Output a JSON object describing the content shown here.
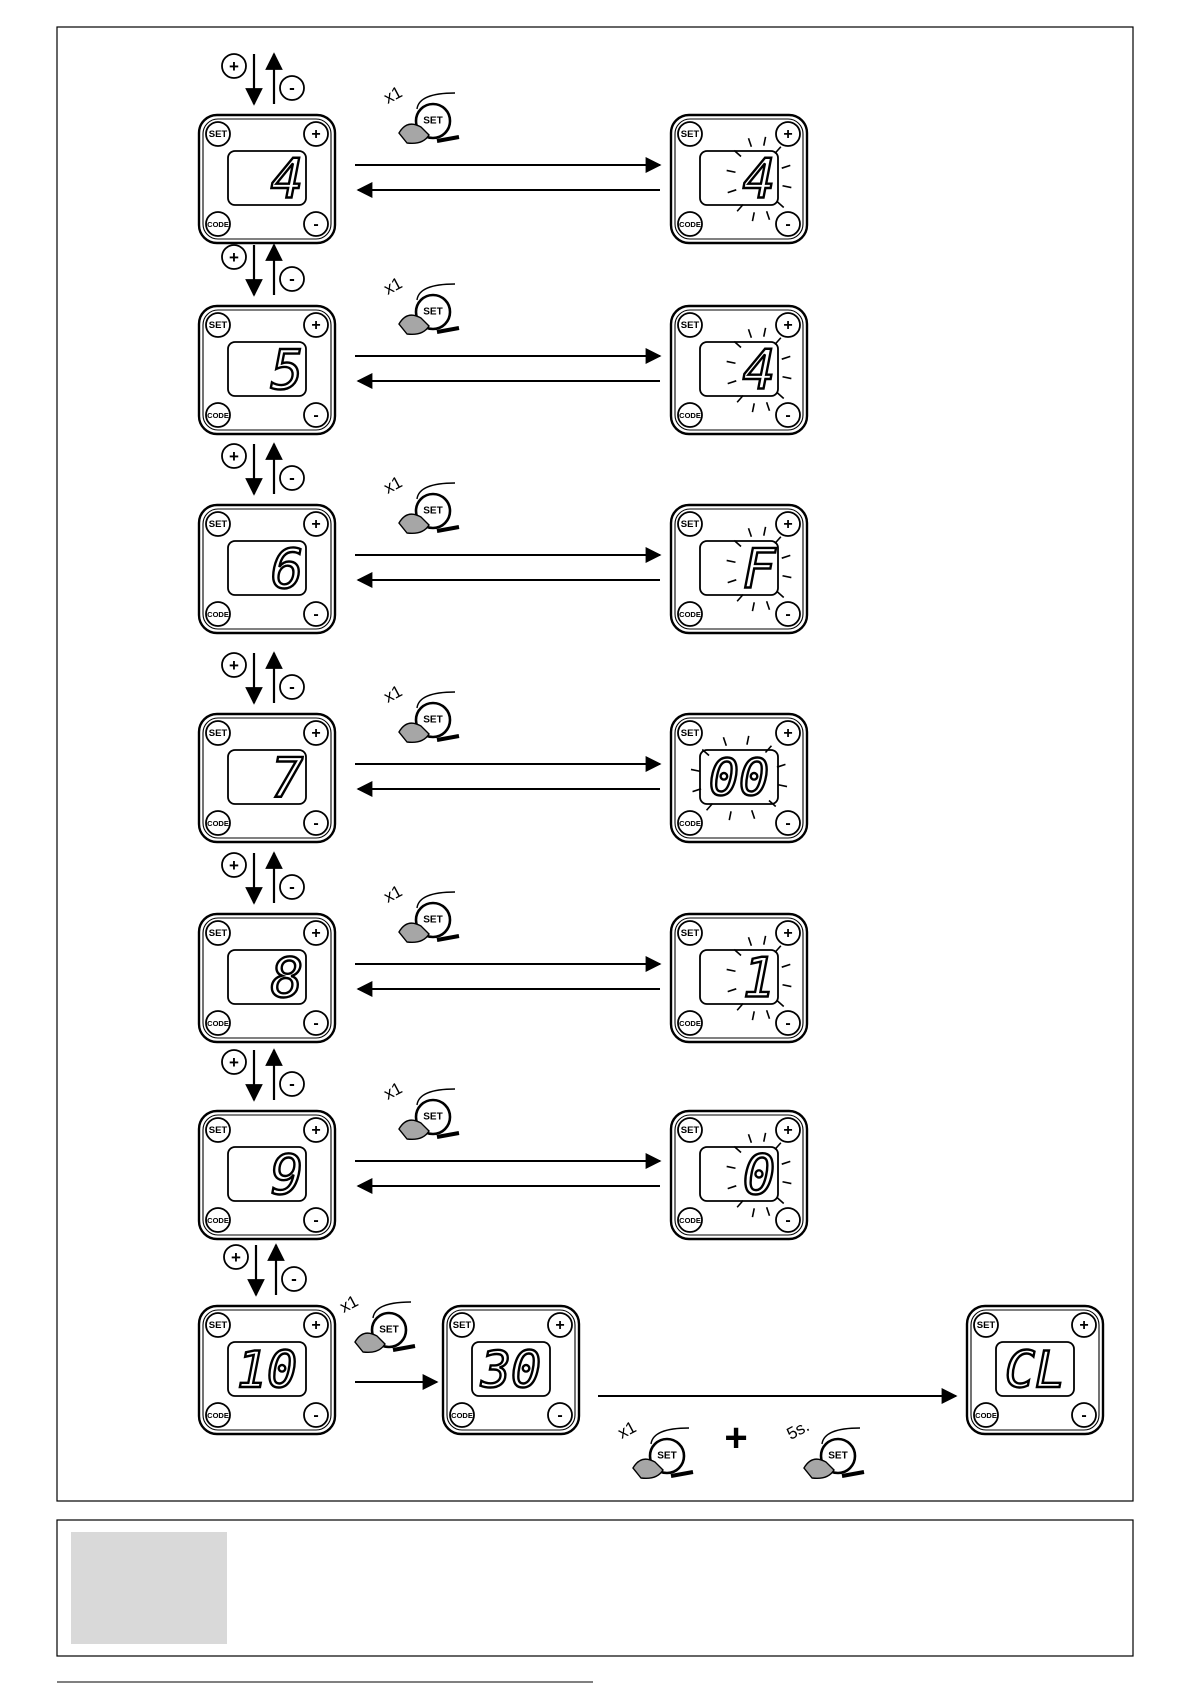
{
  "buttons": {
    "set": "SET",
    "code": "CODE",
    "plus": "+",
    "minus": "-"
  },
  "press": {
    "count": "x1",
    "hold_time": "5s."
  },
  "combine_symbol": "+",
  "steps": [
    {
      "left_value": "4",
      "right_value": "4"
    },
    {
      "left_value": "5",
      "right_value": "4"
    },
    {
      "left_value": "6",
      "right_value": "F"
    },
    {
      "left_value": "7",
      "right_value": "00"
    },
    {
      "left_value": "8",
      "right_value": "1"
    },
    {
      "left_value": "9",
      "right_value": "0"
    }
  ],
  "final": {
    "first_value": "10",
    "middle_value": "30",
    "end_value": "CL"
  },
  "colors": {
    "line": "#000000",
    "finger_shade": "#a6a6a6",
    "gray_box": "#d9d9d9"
  }
}
